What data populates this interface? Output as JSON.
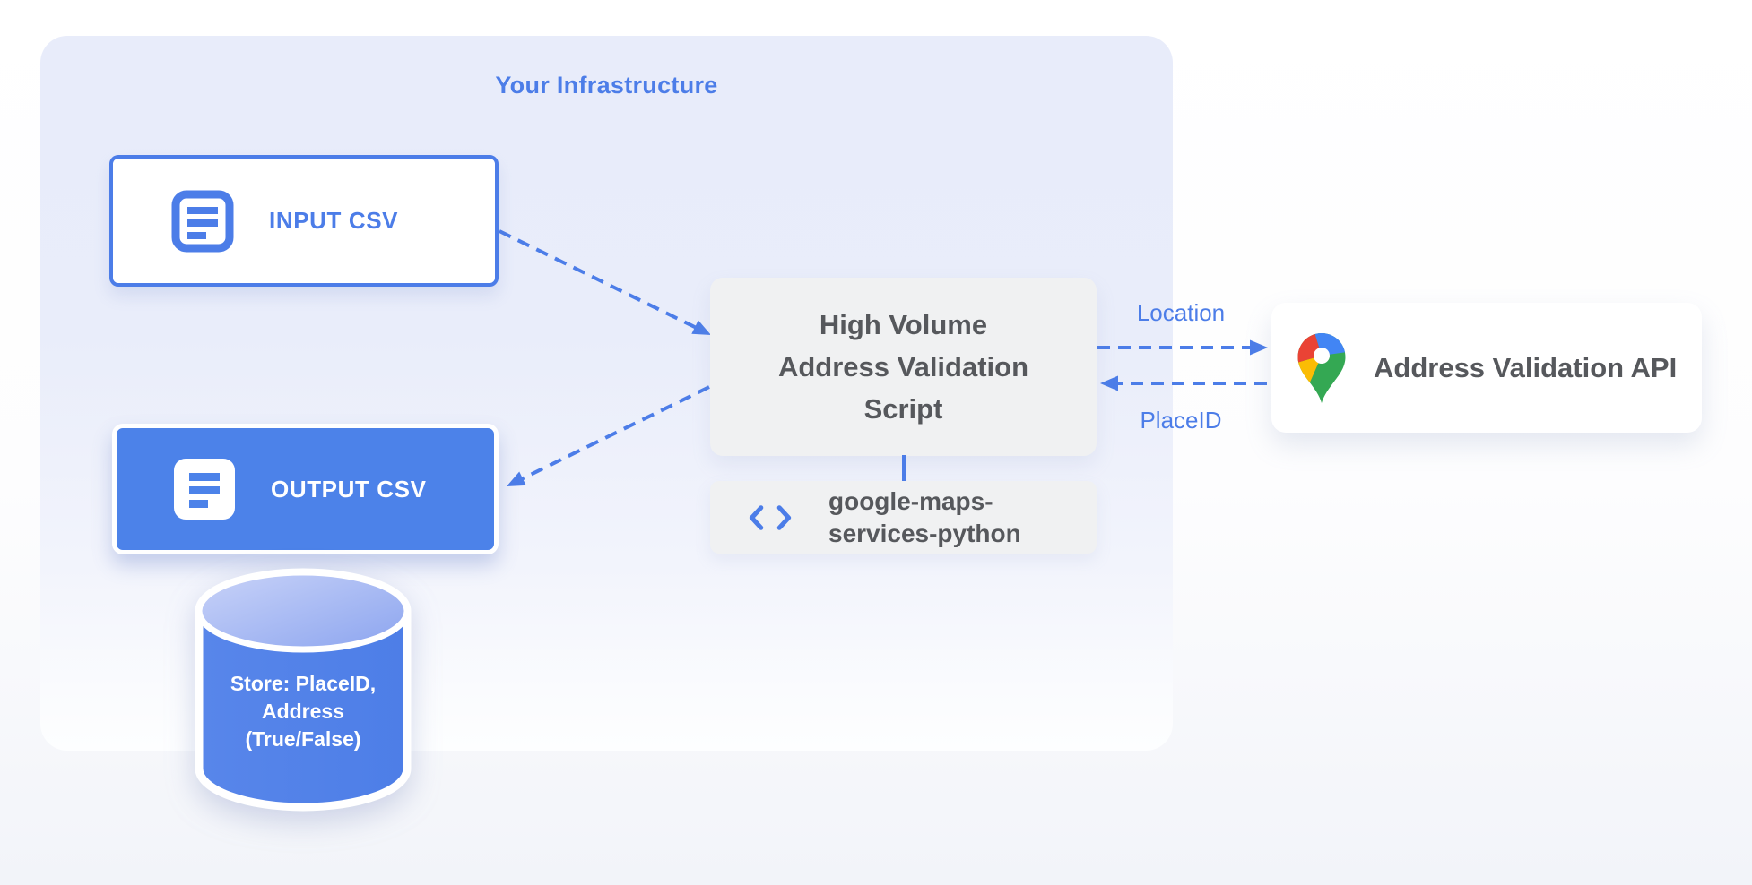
{
  "diagram": {
    "infrastructure": {
      "title": "Your Infrastructure"
    },
    "nodes": {
      "input_csv": {
        "label": "INPUT CSV"
      },
      "output_csv": {
        "label": "OUTPUT CSV"
      },
      "datastore": {
        "label": "Store: PlaceID,\nAddress\n(True/False)"
      },
      "script": {
        "label": "High Volume\nAddress Validation\nScript"
      },
      "library": {
        "label": "google-maps-\nservices-python"
      },
      "api": {
        "label": "Address Validation API"
      }
    },
    "edges": {
      "location_label": "Location",
      "placeid_label": "PlaceID"
    },
    "icons": {
      "input_icon": "document-icon",
      "output_icon": "document-icon",
      "library_icon": "code-icon",
      "api_icon": "google-maps-pin-icon",
      "datastore_icon": "database-cylinder"
    },
    "colors": {
      "accent_blue": "#4c7de8",
      "blue_fill": "#4c82e9",
      "cylinder_top": "#a5b9f2",
      "container_bg": "#e8ecfa",
      "box_gray": "#f0f1f2",
      "text_dark_gray": "#56585c",
      "pin_red": "#EA4335",
      "pin_blue": "#4285F4",
      "pin_yellow": "#FBBC04",
      "pin_green": "#34A853"
    }
  }
}
